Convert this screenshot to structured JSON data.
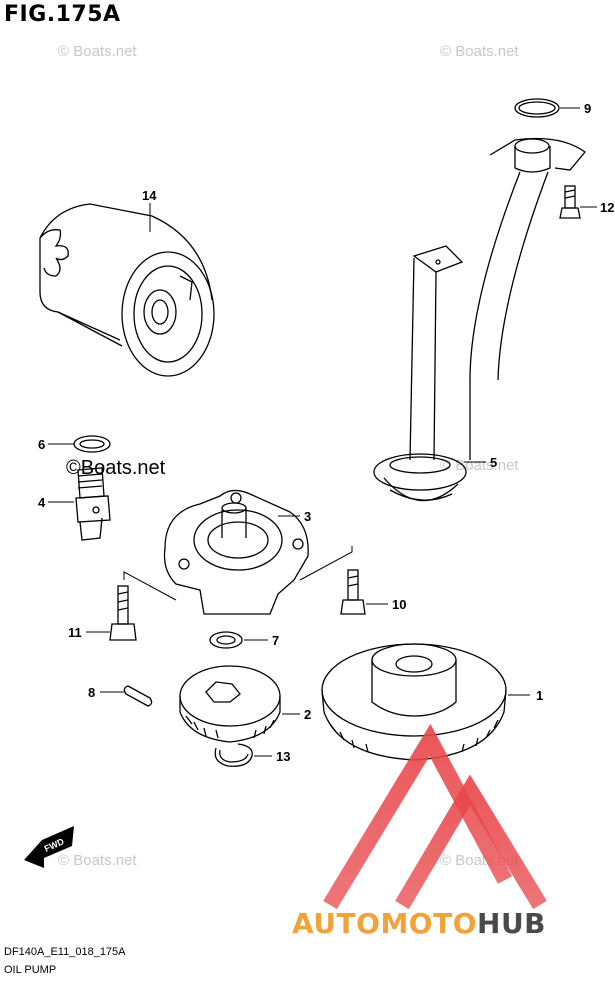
{
  "figure": {
    "title": "FIG.175A",
    "model_code": "DF140A_E11_018_175A",
    "section_name": "OIL PUMP"
  },
  "callouts": [
    "1",
    "2",
    "3",
    "4",
    "5",
    "6",
    "7",
    "8",
    "9",
    "10",
    "11",
    "12",
    "13",
    "14"
  ],
  "watermarks": {
    "text": "© Boats.net",
    "large_text": "©Boats.net"
  },
  "fwd_label": "FWD",
  "brand": {
    "part1": "AUTOMOTO",
    "part2": "HUB",
    "color_orange": "#f2a23a",
    "color_dark": "#4a4a4a",
    "logo_red": "#e8464a"
  }
}
